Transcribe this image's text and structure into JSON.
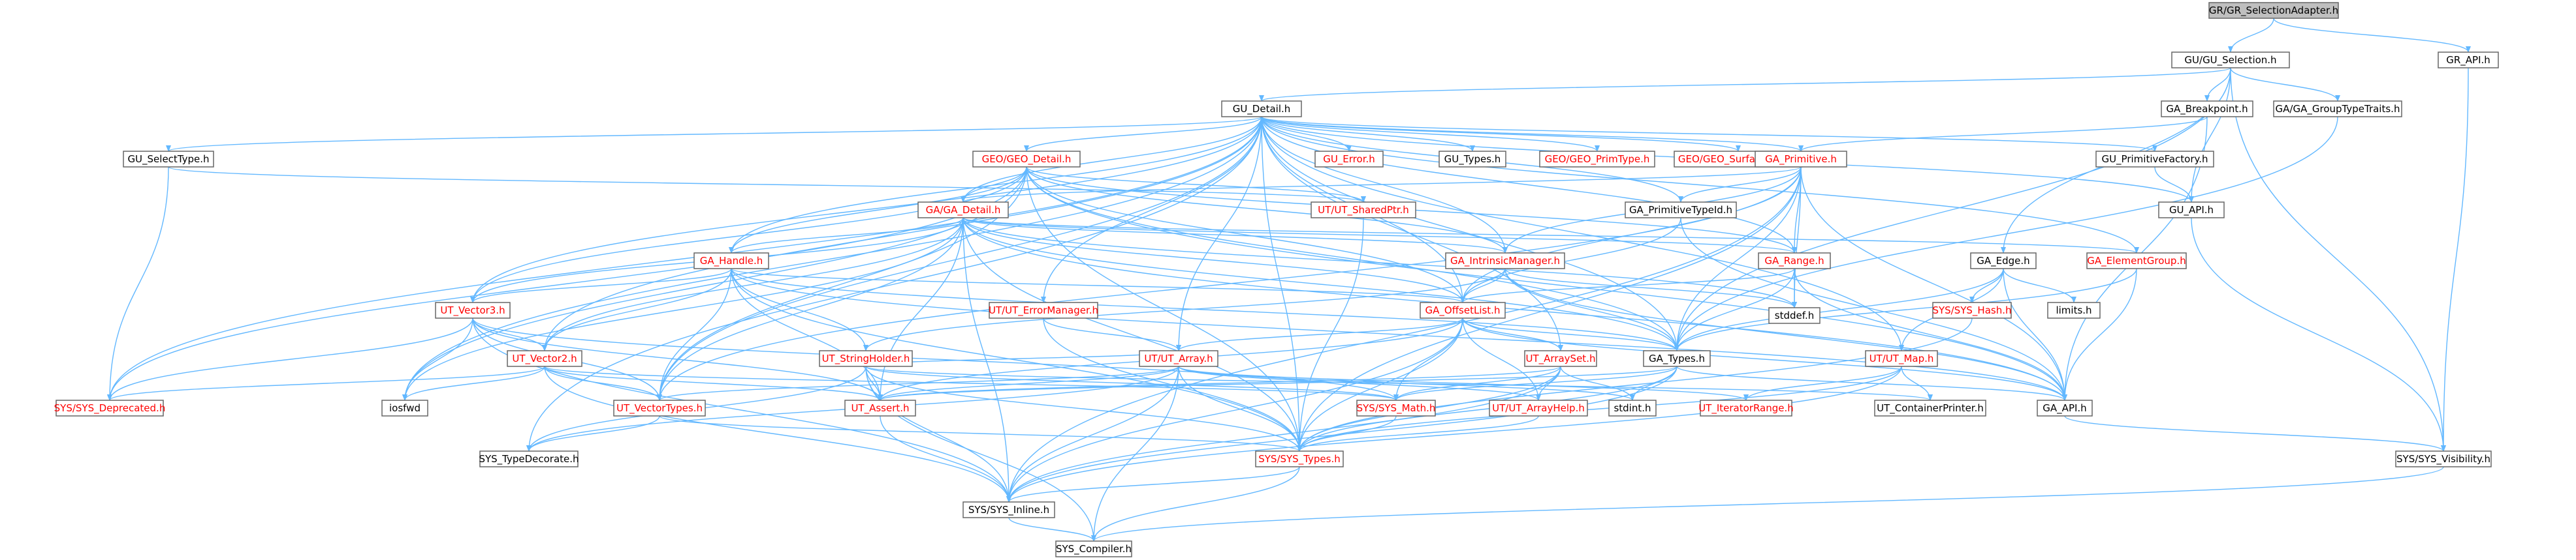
{
  "title": "GR/GR_SelectionAdapter.h",
  "colors": {
    "root_fill": "#bfbfbf",
    "node_fill": "#ffffff",
    "border": "#666666",
    "edge": "#63b8ff",
    "text": "#000000",
    "link_text": "#ff0000"
  },
  "nodes": [
    {
      "id": "n0",
      "label": "GR/GR_SelectionAdapter.h",
      "style": "root"
    },
    {
      "id": "n1",
      "label": "GU/GU_Selection.h",
      "style": "plain"
    },
    {
      "id": "n2",
      "label": "GR_API.h",
      "style": "plain"
    },
    {
      "id": "n3",
      "label": "GU_Detail.h",
      "style": "plain"
    },
    {
      "id": "n4",
      "label": "GA_Breakpoint.h",
      "style": "plain"
    },
    {
      "id": "n5",
      "label": "GA/GA_GroupTypeTraits.h",
      "style": "plain"
    },
    {
      "id": "n6",
      "label": "GU_SelectType.h",
      "style": "plain"
    },
    {
      "id": "n7",
      "label": "GEO/GEO_Detail.h",
      "style": "red"
    },
    {
      "id": "n8",
      "label": "GU_Error.h",
      "style": "red"
    },
    {
      "id": "n9",
      "label": "GU_Types.h",
      "style": "plain"
    },
    {
      "id": "n10",
      "label": "GEO/GEO_PrimType.h",
      "style": "red"
    },
    {
      "id": "n11",
      "label": "GEO/GEO_SurfaceType.h",
      "style": "red"
    },
    {
      "id": "n12",
      "label": "GA_Primitive.h",
      "style": "red"
    },
    {
      "id": "n13",
      "label": "GU_PrimitiveFactory.h",
      "style": "plain"
    },
    {
      "id": "n14",
      "label": "GU_API.h",
      "style": "plain"
    },
    {
      "id": "n15",
      "label": "UT/UT_SharedPtr.h",
      "style": "red"
    },
    {
      "id": "n16",
      "label": "GA/GA_Detail.h",
      "style": "red"
    },
    {
      "id": "n17",
      "label": "GA_PrimitiveTypeId.h",
      "style": "plain"
    },
    {
      "id": "n18",
      "label": "GA_IntrinsicManager.h",
      "style": "red"
    },
    {
      "id": "n19",
      "label": "GA_ElementGroup.h",
      "style": "red"
    },
    {
      "id": "n20",
      "label": "GA_Handle.h",
      "style": "red"
    },
    {
      "id": "n21",
      "label": "GA_Range.h",
      "style": "red"
    },
    {
      "id": "n22",
      "label": "GA_Edge.h",
      "style": "plain"
    },
    {
      "id": "n23",
      "label": "UT_Vector3.h",
      "style": "red"
    },
    {
      "id": "n24",
      "label": "UT/UT_ErrorManager.h",
      "style": "red"
    },
    {
      "id": "n25",
      "label": "GA_OffsetList.h",
      "style": "red"
    },
    {
      "id": "n26",
      "label": "stddef.h",
      "style": "plain"
    },
    {
      "id": "n27",
      "label": "limits.h",
      "style": "plain"
    },
    {
      "id": "n28",
      "label": "SYS/SYS_Hash.h",
      "style": "red"
    },
    {
      "id": "n29",
      "label": "UT_Vector2.h",
      "style": "red"
    },
    {
      "id": "n30",
      "label": "UT_StringHolder.h",
      "style": "red"
    },
    {
      "id": "n31",
      "label": "UT/UT_Array.h",
      "style": "red"
    },
    {
      "id": "n32",
      "label": "UT_ArraySet.h",
      "style": "red"
    },
    {
      "id": "n33",
      "label": "GA_Types.h",
      "style": "plain"
    },
    {
      "id": "n34",
      "label": "UT/UT_Map.h",
      "style": "red"
    },
    {
      "id": "n35",
      "label": "SYS/SYS_Deprecated.h",
      "style": "red"
    },
    {
      "id": "n36",
      "label": "iosfwd",
      "style": "plain"
    },
    {
      "id": "n37",
      "label": "UT_VectorTypes.h",
      "style": "red"
    },
    {
      "id": "n38",
      "label": "UT_Assert.h",
      "style": "red"
    },
    {
      "id": "n39",
      "label": "SYS/SYS_Math.h",
      "style": "red"
    },
    {
      "id": "n40",
      "label": "UT/UT_ArrayHelp.h",
      "style": "red"
    },
    {
      "id": "n41",
      "label": "stdint.h",
      "style": "plain"
    },
    {
      "id": "n42",
      "label": "UT_IteratorRange.h",
      "style": "red"
    },
    {
      "id": "n43",
      "label": "UT_ContainerPrinter.h",
      "style": "plain"
    },
    {
      "id": "n44",
      "label": "GA_API.h",
      "style": "plain"
    },
    {
      "id": "n45",
      "label": "SYS_TypeDecorate.h",
      "style": "plain"
    },
    {
      "id": "n46",
      "label": "SYS/SYS_Types.h",
      "style": "red"
    },
    {
      "id": "n47",
      "label": "SYS/SYS_Visibility.h",
      "style": "plain"
    },
    {
      "id": "n48",
      "label": "SYS/SYS_Inline.h",
      "style": "plain"
    },
    {
      "id": "n49",
      "label": "SYS_Compiler.h",
      "style": "plain"
    }
  ],
  "edges": [
    [
      "n0",
      "n1"
    ],
    [
      "n0",
      "n2"
    ],
    [
      "n1",
      "n3"
    ],
    [
      "n1",
      "n4"
    ],
    [
      "n1",
      "n5"
    ],
    [
      "n1",
      "n14"
    ],
    [
      "n1",
      "n22"
    ],
    [
      "n1",
      "n33"
    ],
    [
      "n1",
      "n47"
    ],
    [
      "n2",
      "n47"
    ],
    [
      "n3",
      "n6"
    ],
    [
      "n3",
      "n7"
    ],
    [
      "n3",
      "n8"
    ],
    [
      "n3",
      "n9"
    ],
    [
      "n3",
      "n10"
    ],
    [
      "n3",
      "n11"
    ],
    [
      "n3",
      "n12"
    ],
    [
      "n3",
      "n13"
    ],
    [
      "n3",
      "n14"
    ],
    [
      "n3",
      "n16"
    ],
    [
      "n3",
      "n17"
    ],
    [
      "n3",
      "n18"
    ],
    [
      "n3",
      "n19"
    ],
    [
      "n3",
      "n20"
    ],
    [
      "n3",
      "n21"
    ],
    [
      "n3",
      "n23"
    ],
    [
      "n3",
      "n24"
    ],
    [
      "n3",
      "n25"
    ],
    [
      "n3",
      "n29"
    ],
    [
      "n3",
      "n31"
    ],
    [
      "n3",
      "n32"
    ],
    [
      "n3",
      "n33"
    ],
    [
      "n3",
      "n34"
    ],
    [
      "n3",
      "n35"
    ],
    [
      "n3",
      "n36"
    ],
    [
      "n3",
      "n37"
    ],
    [
      "n3",
      "n45"
    ],
    [
      "n3",
      "n46"
    ],
    [
      "n4",
      "n12"
    ],
    [
      "n4",
      "n44"
    ],
    [
      "n5",
      "n33"
    ],
    [
      "n6",
      "n35"
    ],
    [
      "n6",
      "n15"
    ],
    [
      "n7",
      "n16"
    ],
    [
      "n7",
      "n15"
    ],
    [
      "n7",
      "n18"
    ],
    [
      "n7",
      "n20"
    ],
    [
      "n7",
      "n21"
    ],
    [
      "n7",
      "n23"
    ],
    [
      "n7",
      "n25"
    ],
    [
      "n7",
      "n33"
    ],
    [
      "n7",
      "n35"
    ],
    [
      "n7",
      "n36"
    ],
    [
      "n7",
      "n37"
    ],
    [
      "n7",
      "n44"
    ],
    [
      "n7",
      "n46"
    ],
    [
      "n12",
      "n16"
    ],
    [
      "n12",
      "n17"
    ],
    [
      "n12",
      "n18"
    ],
    [
      "n12",
      "n21"
    ],
    [
      "n12",
      "n25"
    ],
    [
      "n12",
      "n26"
    ],
    [
      "n12",
      "n33"
    ],
    [
      "n12",
      "n37"
    ],
    [
      "n12",
      "n44"
    ],
    [
      "n12",
      "n46"
    ],
    [
      "n12",
      "n48"
    ],
    [
      "n13",
      "n14"
    ],
    [
      "n14",
      "n47"
    ],
    [
      "n15",
      "n46"
    ],
    [
      "n16",
      "n18"
    ],
    [
      "n16",
      "n19"
    ],
    [
      "n16",
      "n20"
    ],
    [
      "n16",
      "n21"
    ],
    [
      "n16",
      "n23"
    ],
    [
      "n16",
      "n25"
    ],
    [
      "n16",
      "n26"
    ],
    [
      "n16",
      "n29"
    ],
    [
      "n16",
      "n33"
    ],
    [
      "n16",
      "n36"
    ],
    [
      "n16",
      "n37"
    ],
    [
      "n16",
      "n38"
    ],
    [
      "n16",
      "n44"
    ],
    [
      "n16",
      "n46"
    ],
    [
      "n16",
      "n48"
    ],
    [
      "n17",
      "n25"
    ],
    [
      "n17",
      "n44"
    ],
    [
      "n18",
      "n25"
    ],
    [
      "n18",
      "n26"
    ],
    [
      "n18",
      "n30"
    ],
    [
      "n18",
      "n33"
    ],
    [
      "n18",
      "n44"
    ],
    [
      "n19",
      "n33"
    ],
    [
      "n19",
      "n44"
    ],
    [
      "n20",
      "n23"
    ],
    [
      "n20",
      "n25"
    ],
    [
      "n20",
      "n29"
    ],
    [
      "n20",
      "n30"
    ],
    [
      "n20",
      "n33"
    ],
    [
      "n20",
      "n37"
    ],
    [
      "n20",
      "n38"
    ],
    [
      "n20",
      "n44"
    ],
    [
      "n20",
      "n46"
    ],
    [
      "n21",
      "n25"
    ],
    [
      "n21",
      "n26"
    ],
    [
      "n21",
      "n33"
    ],
    [
      "n21",
      "n44"
    ],
    [
      "n22",
      "n27"
    ],
    [
      "n22",
      "n28"
    ],
    [
      "n22",
      "n33"
    ],
    [
      "n22",
      "n34"
    ],
    [
      "n22",
      "n44"
    ],
    [
      "n23",
      "n29"
    ],
    [
      "n23",
      "n35"
    ],
    [
      "n23",
      "n36"
    ],
    [
      "n23",
      "n37"
    ],
    [
      "n23",
      "n38"
    ],
    [
      "n23",
      "n39"
    ],
    [
      "n23",
      "n48"
    ],
    [
      "n24",
      "n31"
    ],
    [
      "n24",
      "n46"
    ],
    [
      "n25",
      "n31"
    ],
    [
      "n25",
      "n32"
    ],
    [
      "n25",
      "n33"
    ],
    [
      "n25",
      "n38"
    ],
    [
      "n25",
      "n39"
    ],
    [
      "n25",
      "n40"
    ],
    [
      "n25",
      "n44"
    ],
    [
      "n25",
      "n46"
    ],
    [
      "n25",
      "n48"
    ],
    [
      "n28",
      "n46"
    ],
    [
      "n29",
      "n35"
    ],
    [
      "n29",
      "n36"
    ],
    [
      "n29",
      "n37"
    ],
    [
      "n29",
      "n38"
    ],
    [
      "n29",
      "n39"
    ],
    [
      "n29",
      "n48"
    ],
    [
      "n30",
      "n31"
    ],
    [
      "n30",
      "n38"
    ],
    [
      "n30",
      "n39"
    ],
    [
      "n30",
      "n43"
    ],
    [
      "n30",
      "n45"
    ],
    [
      "n30",
      "n46"
    ],
    [
      "n30",
      "n48"
    ],
    [
      "n30",
      "n49"
    ],
    [
      "n31",
      "n37"
    ],
    [
      "n31",
      "n38"
    ],
    [
      "n31",
      "n40"
    ],
    [
      "n31",
      "n41"
    ],
    [
      "n31",
      "n42"
    ],
    [
      "n31",
      "n45"
    ],
    [
      "n31",
      "n46"
    ],
    [
      "n31",
      "n48"
    ],
    [
      "n31",
      "n49"
    ],
    [
      "n32",
      "n38"
    ],
    [
      "n32",
      "n39"
    ],
    [
      "n32",
      "n40"
    ],
    [
      "n32",
      "n41"
    ],
    [
      "n32",
      "n46"
    ],
    [
      "n32",
      "n48"
    ],
    [
      "n33",
      "n38"
    ],
    [
      "n33",
      "n39"
    ],
    [
      "n33",
      "n41"
    ],
    [
      "n33",
      "n44"
    ],
    [
      "n33",
      "n46"
    ],
    [
      "n33",
      "n48"
    ],
    [
      "n34",
      "n42"
    ],
    [
      "n34",
      "n43"
    ],
    [
      "n34",
      "n46"
    ],
    [
      "n34",
      "n48"
    ],
    [
      "n37",
      "n45"
    ],
    [
      "n37",
      "n46"
    ],
    [
      "n38",
      "n48"
    ],
    [
      "n39",
      "n46"
    ],
    [
      "n40",
      "n46"
    ],
    [
      "n44",
      "n47"
    ],
    [
      "n46",
      "n48"
    ],
    [
      "n46",
      "n49"
    ],
    [
      "n47",
      "n49"
    ],
    [
      "n48",
      "n49"
    ]
  ]
}
